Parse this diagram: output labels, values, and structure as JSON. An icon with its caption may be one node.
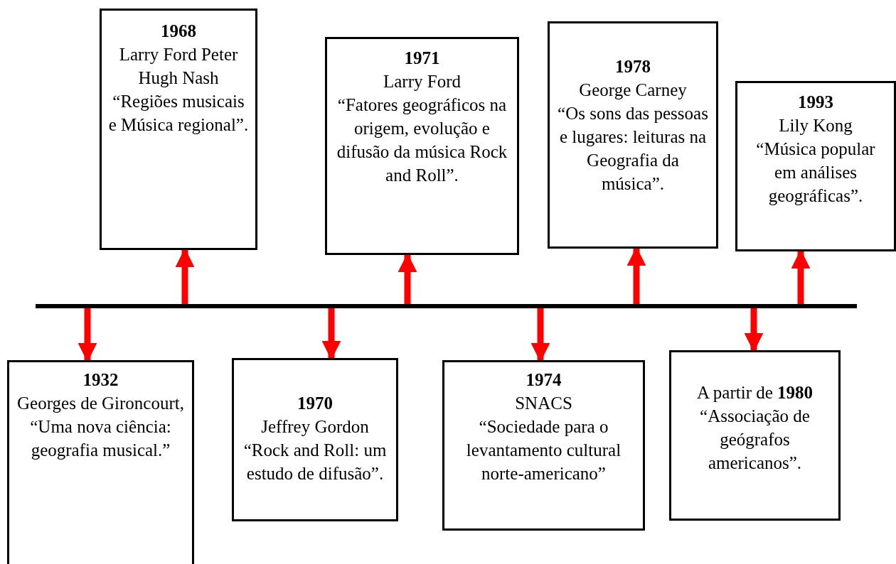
{
  "diagram": {
    "nodes": [
      {
        "text": [
          "1968",
          "Larry Ford Peter Hugh Nash",
          "“Regiões musicais e Música regional”."
        ]
      },
      {
        "text": [
          "1971",
          "Larry Ford",
          "“Fatores geográficos na origem, evolução e difusão da música Rock and Roll”."
        ]
      },
      {
        "text": [
          "1978",
          "George Carney",
          "“Os sons das pessoas e lugares: leituras na Geografia da música”."
        ]
      },
      {
        "text": [
          "1993",
          "Lily Kong",
          "“Música popular em análises geográficas”."
        ]
      },
      {
        "text": [],
        "shape": "bar"
      },
      {
        "text": [
          "1932",
          "Georges de Gironcourt, “Uma nova ciência: geografia musical.”"
        ]
      },
      {
        "text": [
          "1970",
          "Jeffrey Gordon",
          "“Rock and Roll: um estudo de difusão”."
        ]
      },
      {
        "text": [
          "1974",
          "SNACS",
          "“Sociedade para o levantamento cultural norte-americano”"
        ]
      },
      {
        "text": [
          "A partir de **1980**",
          "“Associação de geógrafos americanos”."
        ]
      }
    ],
    "edges": [
      {
        "from": 4,
        "to": 0,
        "arrow": "to",
        "color": "#ff0000"
      },
      {
        "from": 4,
        "to": 1,
        "arrow": "to",
        "color": "#ff0000"
      },
      {
        "from": 4,
        "to": 2,
        "arrow": "to",
        "color": "#ff0000"
      },
      {
        "from": 4,
        "to": 3,
        "arrow": "to",
        "color": "#ff0000"
      },
      {
        "from": 4,
        "to": 5,
        "arrow": "to",
        "color": "#ff0000"
      },
      {
        "from": 4,
        "to": 6,
        "arrow": "to",
        "color": "#ff0000"
      },
      {
        "from": 4,
        "to": 7,
        "arrow": "to",
        "color": "#ff0000"
      },
      {
        "from": 4,
        "to": 8,
        "arrow": "to",
        "color": "#ff0000"
      }
    ]
  }
}
